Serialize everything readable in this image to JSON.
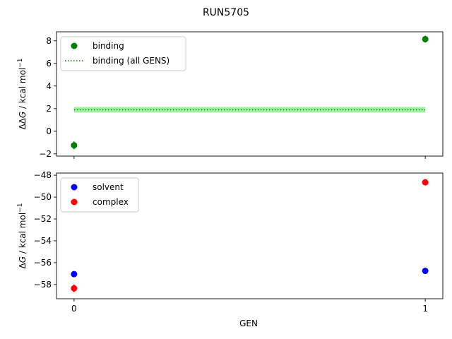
{
  "chart_data": [
    {
      "type": "scatter",
      "title": "RUN5705",
      "xlabel": "",
      "ylabel_parts": [
        "ΔΔ",
        "G",
        " / kcal mol",
        "−1"
      ],
      "x_ticks": [
        0,
        1
      ],
      "xlim": [
        -0.05,
        1.05
      ],
      "ylim": [
        -2.2,
        8.8
      ],
      "y_ticks": [
        -2,
        0,
        2,
        4,
        6,
        8
      ],
      "y_tick_labels": [
        "−2",
        "0",
        "2",
        "4",
        "6",
        "8"
      ],
      "legend_position": "upper-left",
      "series": [
        {
          "name": "binding",
          "color": "#008000",
          "kind": "scatter",
          "x": [
            0,
            1
          ],
          "y": [
            -1.25,
            8.15
          ],
          "err": [
            0.35,
            0.3
          ]
        },
        {
          "name": "binding (all GENS)",
          "color": "#008000",
          "kind": "dotted-line",
          "x": [
            0,
            1
          ],
          "y": [
            1.9,
            1.9
          ],
          "band": [
            1.65,
            2.15
          ],
          "band_color": "#90ee90"
        }
      ]
    },
    {
      "type": "scatter",
      "title": "",
      "xlabel": "GEN",
      "ylabel_parts": [
        "Δ",
        "G",
        " / kcal mol",
        "−1"
      ],
      "x_ticks": [
        0,
        1
      ],
      "x_tick_labels": [
        "0",
        "1"
      ],
      "xlim": [
        -0.05,
        1.05
      ],
      "ylim": [
        -59.3,
        -47.8
      ],
      "y_ticks": [
        -58,
        -56,
        -54,
        -52,
        -50,
        -48
      ],
      "y_tick_labels": [
        "−58",
        "−56",
        "−54",
        "−52",
        "−50",
        "−48"
      ],
      "legend_position": "upper-left",
      "series": [
        {
          "name": "solvent",
          "color": "#0000ff",
          "kind": "scatter",
          "x": [
            0,
            1
          ],
          "y": [
            -57.05,
            -56.75
          ],
          "err": [
            0.15,
            0.1
          ]
        },
        {
          "name": "complex",
          "color": "#ff0000",
          "kind": "scatter",
          "x": [
            0,
            1
          ],
          "y": [
            -58.35,
            -48.65
          ],
          "err": [
            0.35,
            0.1
          ]
        }
      ]
    }
  ]
}
